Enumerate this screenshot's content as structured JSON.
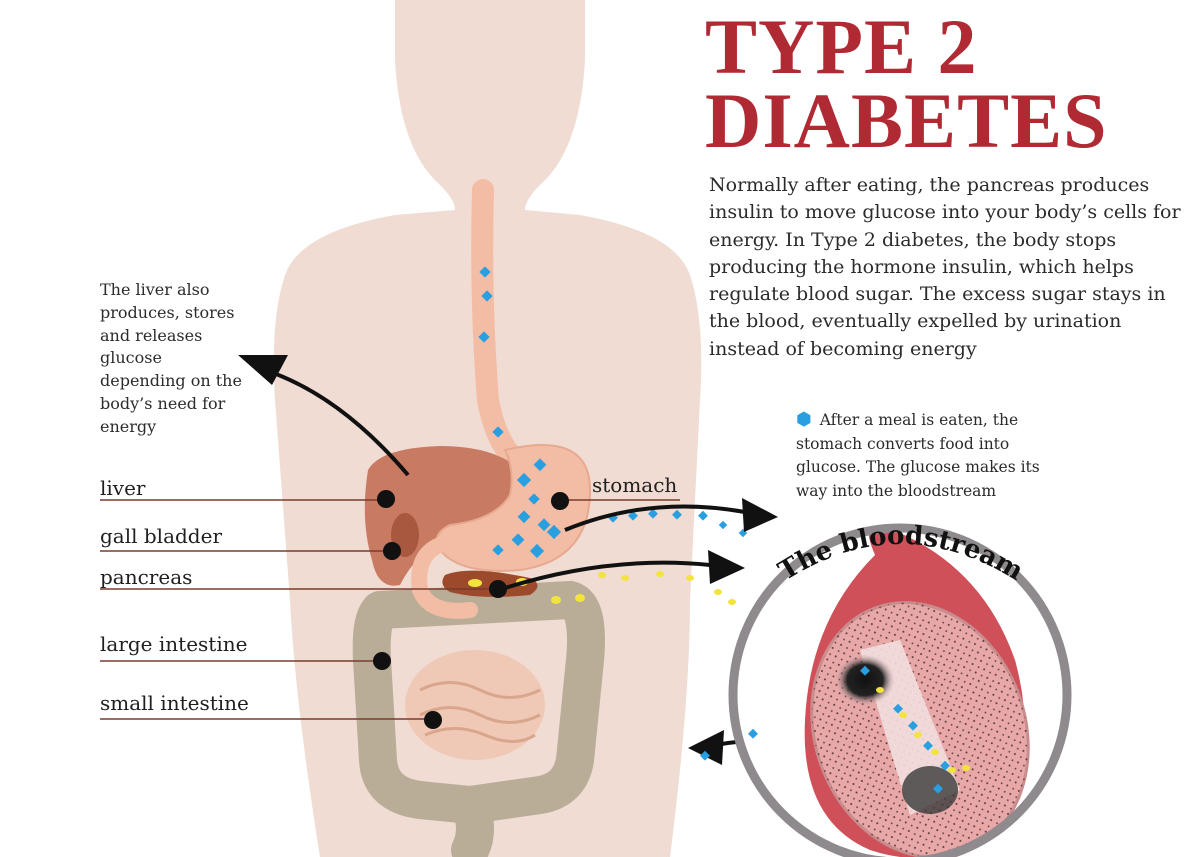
{
  "title_line1": "TYPE 2",
  "title_line2": "DIABETES",
  "intro_text": "Normally after eating, the pancreas produces insulin to move glucose into your body’s cells for energy. In Type 2 diabetes, the body stops producing the hormone insulin, which helps regulate blood sugar. The excess sugar stays in the blood, eventually expelled by urination instead of becoming energy",
  "liver_note": "The liver also produces, stores and releases glucose depending on the body’s need for energy",
  "meal_note": "After a meal is eaten, the stomach converts food into glucose. The glucose makes its way into the bloodstream",
  "bloodstream_label": "The bloodstream",
  "organs": {
    "liver": "liver",
    "gall_bladder": "gall bladder",
    "pancreas": "pancreas",
    "large_intestine": "large intestine",
    "small_intestine": "small intestine",
    "stomach": "stomach"
  },
  "colors": {
    "title": "#b02a33",
    "body": "#f0dcd3",
    "liver": "#c97a62",
    "stomach": "#f2bda4",
    "intestine": "#b9ad98",
    "glucose": "#2a9fe0",
    "insulin": "#f2e43c",
    "vessel": "#d0505a",
    "ring": "#8f8a8e",
    "leader_line": "#7a3b2e"
  },
  "icons": [
    "hexagon-icon",
    "arrow-icon"
  ]
}
